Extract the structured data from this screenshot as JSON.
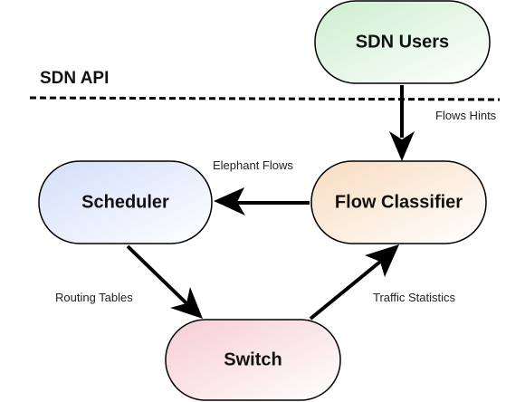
{
  "api_label": "SDN API",
  "nodes": {
    "sdn_users": {
      "label": "SDN Users",
      "fill": "#d8f2dc"
    },
    "scheduler": {
      "label": "Scheduler",
      "fill": "#dce6fb"
    },
    "flow_classifier": {
      "label": "Flow Classifier",
      "fill": "#fbe4cf"
    },
    "switch": {
      "label": "Switch",
      "fill": "#f9d9dd"
    }
  },
  "edges": {
    "flows_hints": "Flows Hints",
    "elephant_flows": "Elephant Flows",
    "routing_tables": "Routing Tables",
    "traffic_statistics": "Traffic Statistics"
  },
  "colors": {
    "stroke": "#000000",
    "arrow": "#000000"
  }
}
